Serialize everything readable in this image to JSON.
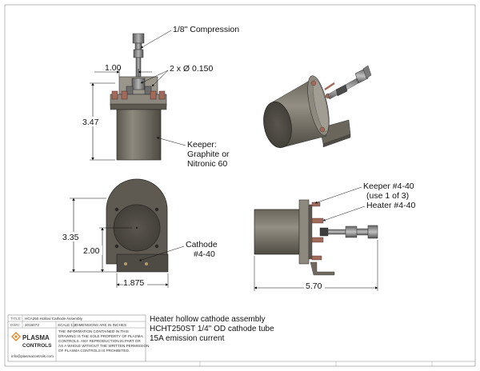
{
  "callouts": {
    "compression": "1/8\" Compression",
    "holes": "2 x Ø 0.150",
    "keeper_line1": "Keeper:",
    "keeper_line2": "Graphite or",
    "keeper_line3": "Nitronic 60",
    "cathode_line1": "Cathode",
    "cathode_line2": "#4-40",
    "keeper_side_line1": "Keeper #4-40",
    "keeper_side_line2": "(use 1 of 3)",
    "heater": "Heater #4-40"
  },
  "dimensions": {
    "width_top": "1.00",
    "height_front": "3.47",
    "height_total": "3.35",
    "height_axis": "2.00",
    "width_bottom": "1.875",
    "length_side": "5.70"
  },
  "title_block": {
    "title_label": "TITLE:",
    "title_value": "HCA250 Hollow Cathode Assembly",
    "dwg_label": "DWG:",
    "dwg_value": "2016072",
    "scale_label": "SCALE:1:2",
    "units": "DIMENSIONS ARE IN INCHES",
    "notice": [
      "THE INFORMATION CONTAINED IN THIS",
      "DRAWING IS THE SOLE PROPERTY OF PLASMA",
      "CONTROLS. ANY REPRODUCTION IN PART OR",
      "AS A WHOLE WITHOUT THE WRITTEN PERMISSION",
      "OF PLASMA CONTROLS IS PROHIBITED."
    ],
    "logo_line1": "PLASMA",
    "logo_line2": "CONTROLS",
    "email": "info@plasmacontrols.com"
  },
  "description": {
    "line1": "Heater hollow cathode assembly",
    "line2": "HCHT250ST 1/4\" OD cathode tube",
    "line3": "15A emission current"
  },
  "colors": {
    "body": "#6e6a60",
    "body_light": "#9b978c",
    "copper": "#a06b5c",
    "steel": "#8a8a8a",
    "brass": "#b89a6a"
  }
}
